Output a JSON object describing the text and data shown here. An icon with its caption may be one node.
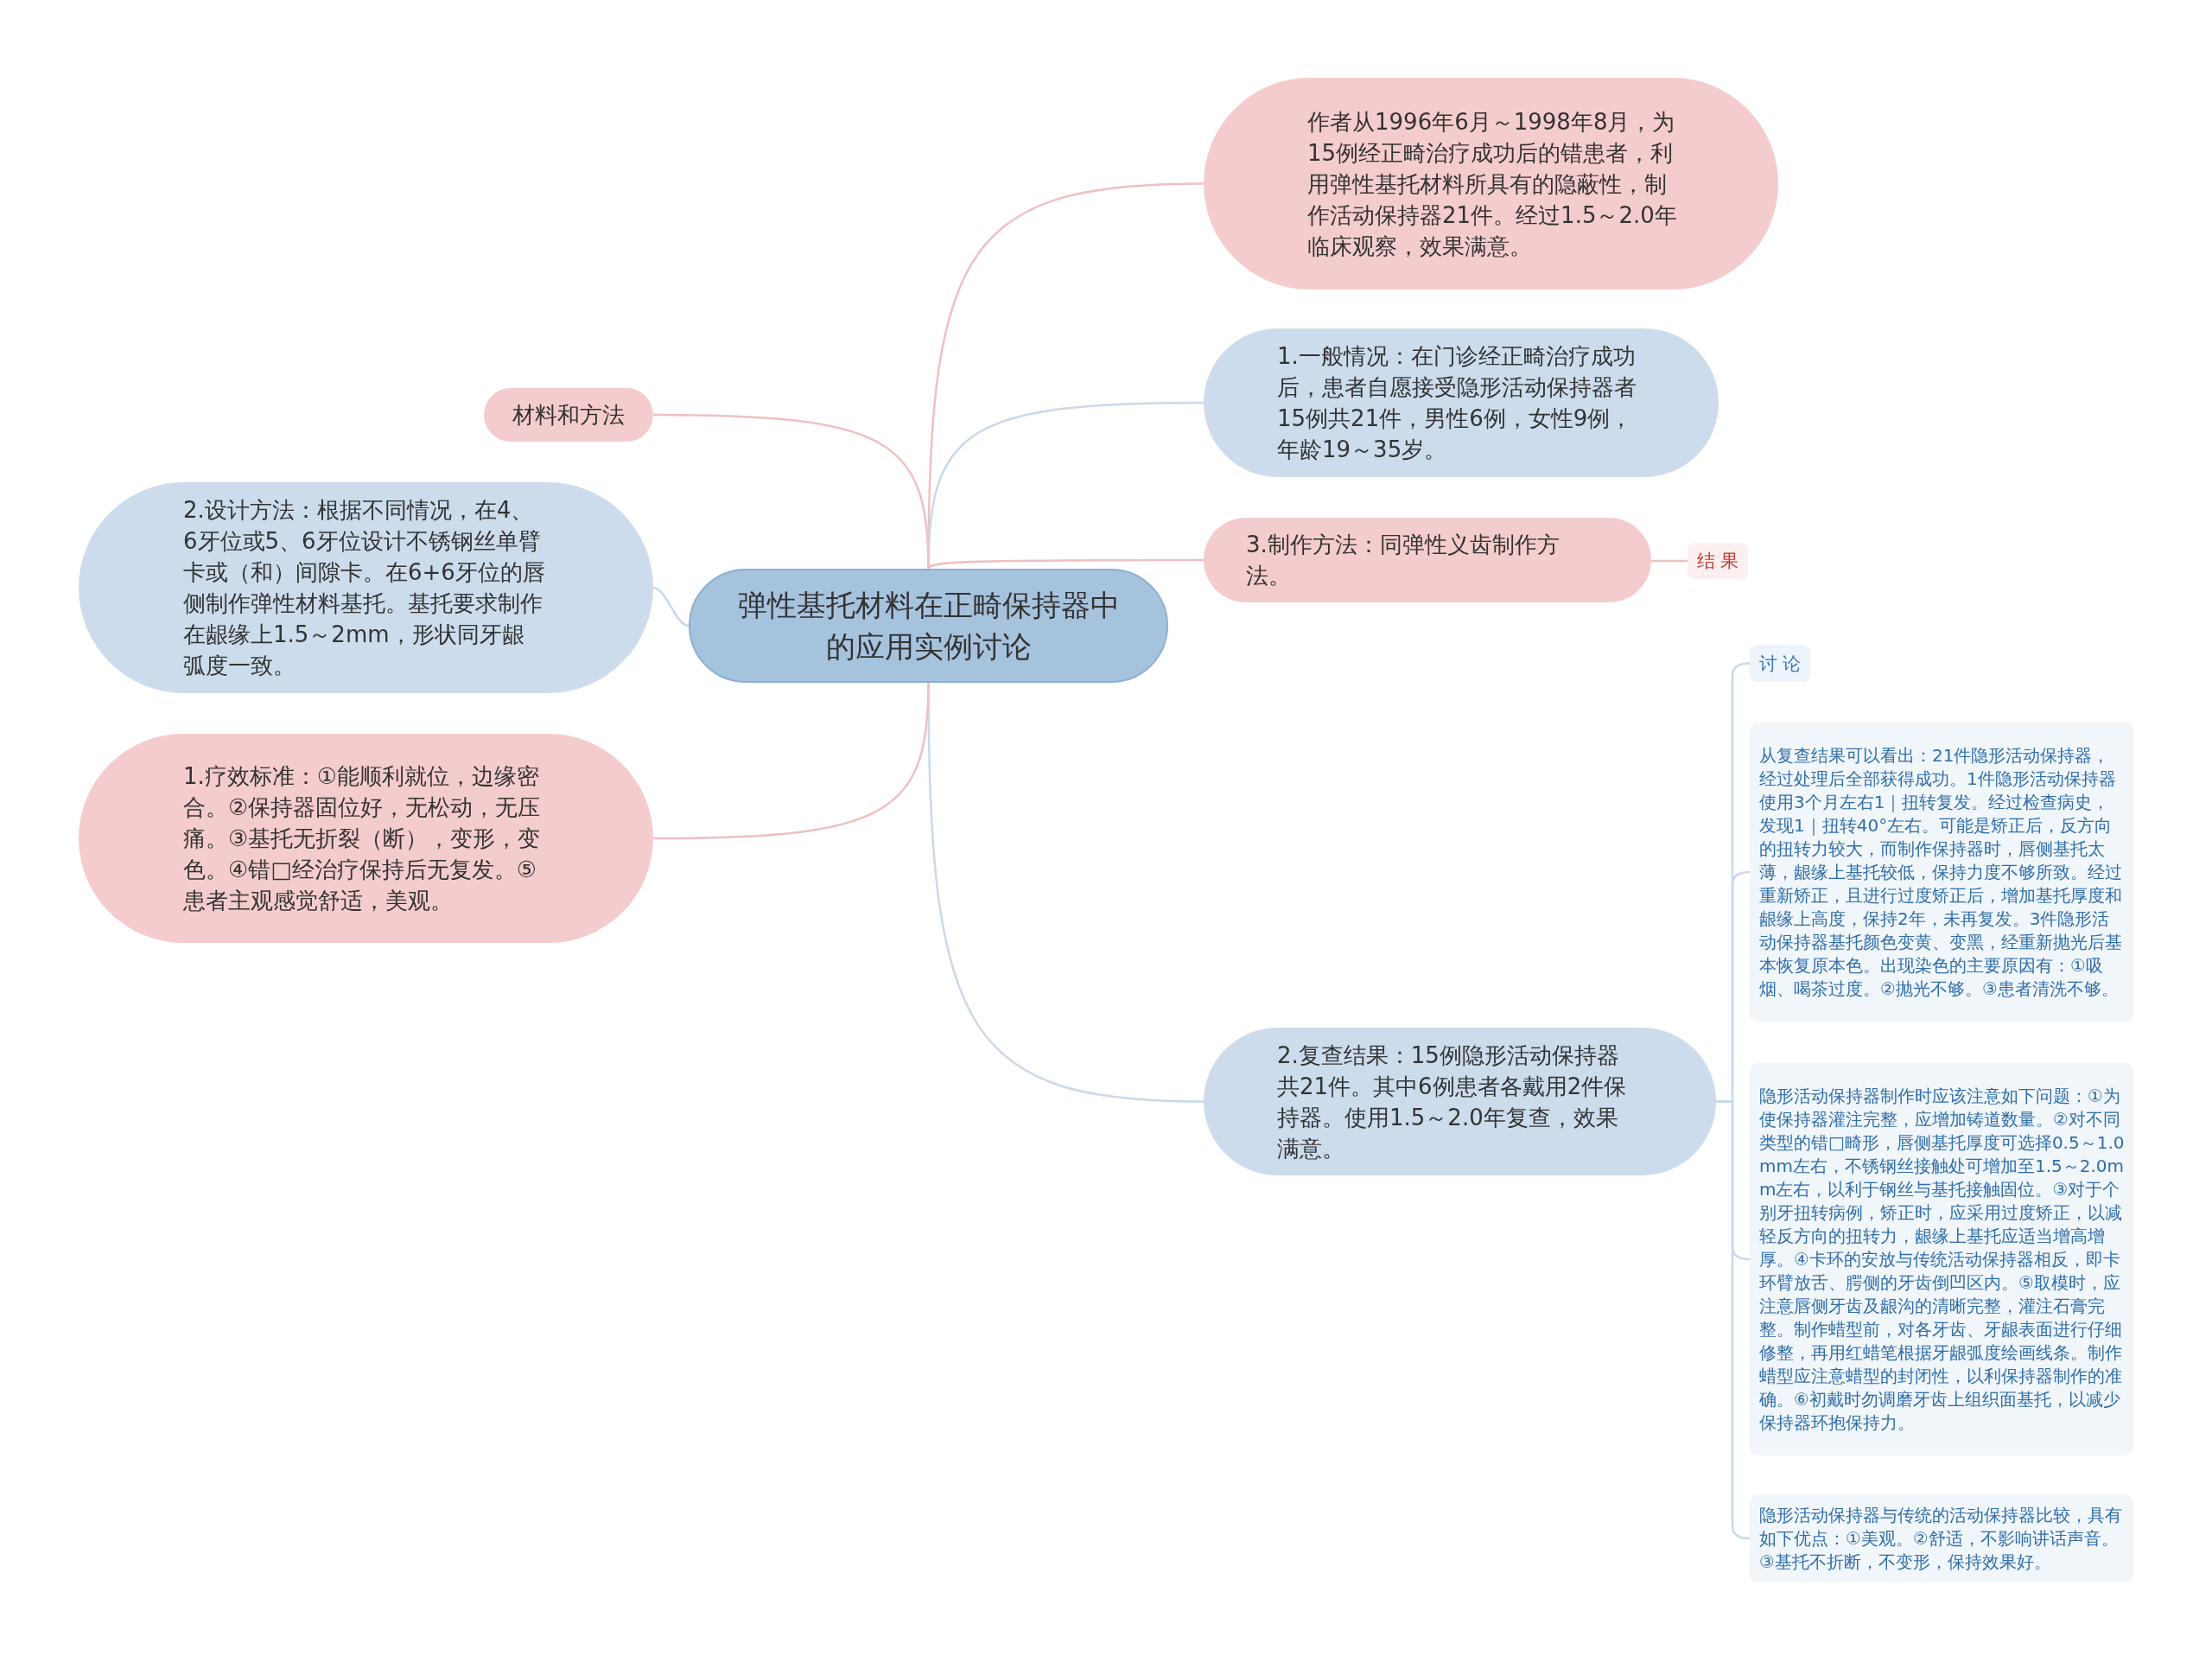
{
  "diagram": {
    "nodes": [
      {
        "text": [
          "弹性基托材料在正畸保持器中的应用实例讨论"
        ]
      },
      {
        "text": [
          "作者从1996年6月～1998年8月，为15例经正畸治疗成功后的错患者，利用弹性基托材料所具有的隐蔽性，制作活动保持器21件。经过1.5～2.0年临床观察，效果满意。"
        ]
      },
      {
        "text": [
          "1.一般情况：在门诊经正畸治疗成功后，患者自愿接受隐形活动保持器者15例共21件，男性6例，女性9例，年龄19～35岁。"
        ]
      },
      {
        "text": [
          "3.制作方法：同弹性义齿制作方法。"
        ]
      },
      {
        "text": [
          "结 果"
        ]
      },
      {
        "text": [
          "2.复查结果：15例隐形活动保持器共21件。其中6例患者各戴用2件保持器。使用1.5～2.0年复查，效果满意。"
        ]
      },
      {
        "text": [
          "讨 论"
        ]
      },
      {
        "text": [
          "从复查结果可以看出：21件隐形活动保持器，经过处理后全部获得成功。1件隐形活动保持器使用3个月左右1｜扭转复发。经过检查病史，发现1｜扭转40°左右。可能是矫正后，反方向的扭转力较大，而制作保持器时，唇侧基托太薄，龈缘上基托较低，保持力度不够所致。经过重新矫正，且进行过度矫正后，增加基托厚度和龈缘上高度，保持2年，未再复发。3件隐形活动保持器基托颜色变黄、变黑，经重新抛光后基本恢复原本色。出现染色的主要原因有：①吸烟、喝茶过度。②抛光不够。③患者清洗不够。"
        ]
      },
      {
        "text": [
          "隐形活动保持器制作时应该注意如下问题：①为使保持器灌注完整，应增加铸道数量。②对不同类型的错□畸形，唇侧基托厚度可选择0.5～1.0mm左右，不锈钢丝接触处可增加至1.5～2.0mm左右，以利于钢丝与基托接触固位。③对于个别牙扭转病例，矫正时，应采用过度矫正，以减轻反方向的扭转力，龈缘上基托应适当增高增厚。④卡环的安放与传统活动保持器相反，即卡环臂放舌、腭侧的牙齿倒凹区内。⑤取模时，应注意唇侧牙齿及龈沟的清晰完整，灌注石膏完整。制作蜡型前，对各牙齿、牙龈表面进行仔细修整，再用红蜡笔根据牙龈弧度绘画线条。制作蜡型应注意蜡型的封闭性，以利保持器制作的准确。⑥初戴时勿调磨牙齿上组织面基托，以减少保持器环抱保持力。"
        ]
      },
      {
        "text": [
          "隐形活动保持器与传统的活动保持器比较，具有如下优点：①美观。②舒适，不影响讲话声音。③基托不折断，不变形，保持效果好。"
        ]
      },
      {
        "text": [
          "材料和方法"
        ]
      },
      {
        "text": [
          "2.设计方法：根据不同情况，在4、6牙位或5、6牙位设计不锈钢丝单臂卡或（和）间隙卡。在6+6牙位的唇侧制作弹性材料基托。基托要求制作在龈缘上1.5～2mm，形状同牙龈弧度一致。"
        ]
      },
      {
        "text": [
          "1.疗效标准：①能顺利就位，边缘密合。②保持器固位好，无松动，无压痛。③基托无折裂（断），变形，变色。④错□经治疗保持后无复发。⑤患者主观感觉舒适，美观。"
        ]
      }
    ],
    "edges": [
      {
        "from": 0,
        "to": 1,
        "arrow": "none",
        "color": "#efc0c1"
      },
      {
        "from": 0,
        "to": 2,
        "arrow": "none"
      },
      {
        "from": 0,
        "to": 3,
        "arrow": "none",
        "color": "#efc0c1"
      },
      {
        "from": 3,
        "to": 4,
        "arrow": "none",
        "color": "#efc0c1"
      },
      {
        "from": 0,
        "to": 5,
        "arrow": "none"
      },
      {
        "from": 5,
        "to": 6,
        "arrow": "none"
      },
      {
        "from": 5,
        "to": 7,
        "arrow": "none"
      },
      {
        "from": 5,
        "to": 8,
        "arrow": "none"
      },
      {
        "from": 5,
        "to": 9,
        "arrow": "none"
      },
      {
        "from": 0,
        "to": 10,
        "arrow": "none",
        "color": "#efc0c1"
      },
      {
        "from": 0,
        "to": 11,
        "arrow": "none"
      },
      {
        "from": 0,
        "to": 12,
        "arrow": "none",
        "color": "#efc0c1"
      }
    ]
  }
}
